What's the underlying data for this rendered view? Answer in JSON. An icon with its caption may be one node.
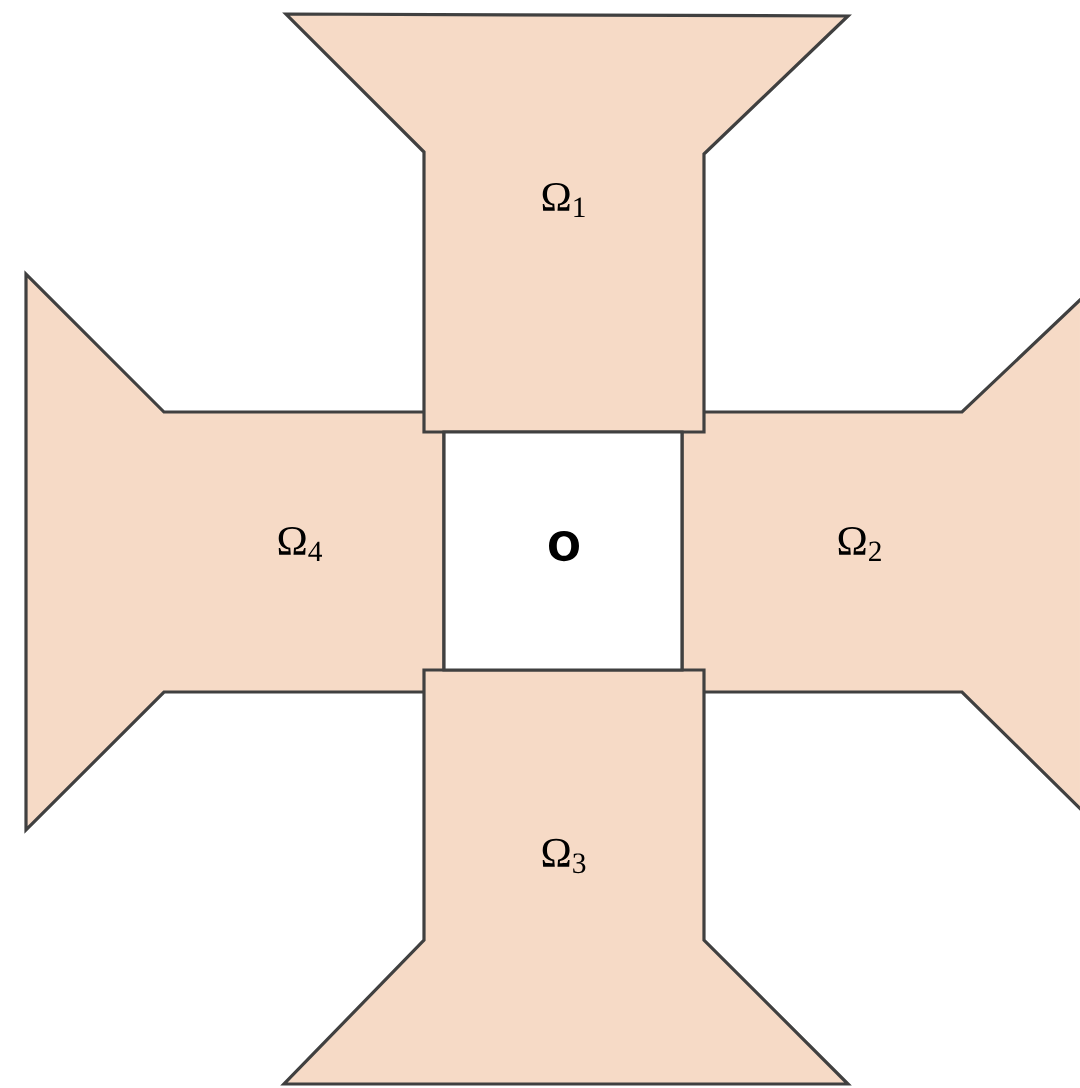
{
  "diagram": {
    "nodes": [
      {
        "text": [
          "Ω$_{1}$"
        ]
      },
      {
        "text": [
          "Ω$_{4}$"
        ]
      },
      {
        "text": [
          "O"
        ]
      },
      {
        "text": [
          "Ω$_{2}$"
        ]
      },
      {
        "text": [
          "Ω$_{3}$"
        ]
      }
    ]
  }
}
